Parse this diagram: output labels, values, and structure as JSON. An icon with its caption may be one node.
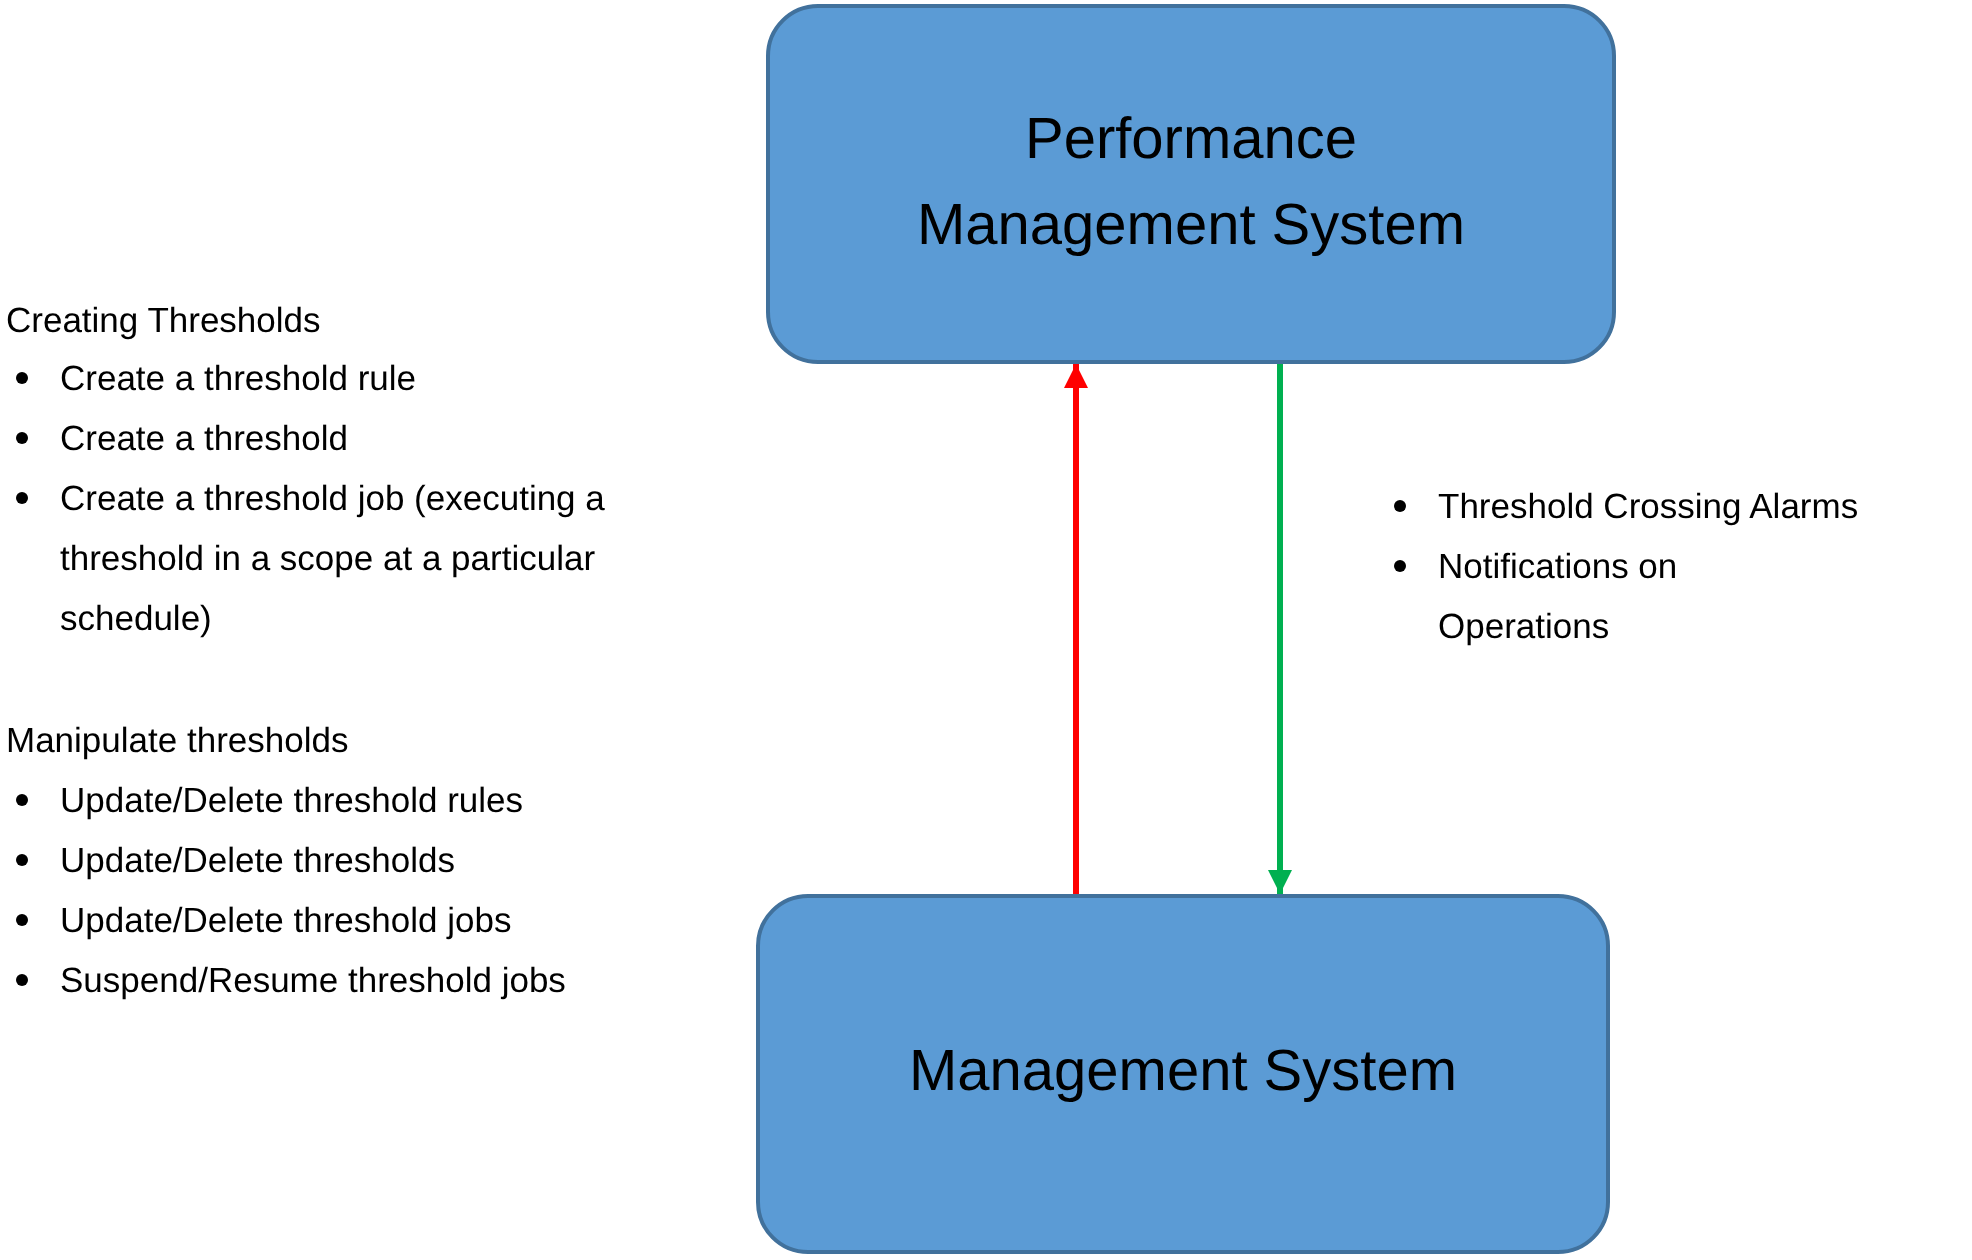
{
  "diagram": {
    "nodes": [
      {
        "text": [
          "Performance Management System"
        ]
      },
      {
        "text": [
          "Management System"
        ]
      }
    ],
    "edges": [
      {
        "from": 1,
        "to": 0,
        "arrow": "to",
        "color": "#ff0000"
      },
      {
        "from": 0,
        "to": 1,
        "arrow": "to",
        "color": "#00b050"
      }
    ],
    "labels": [
      "Creating Thresholds",
      "Create a threshold rule",
      "Create a threshold",
      "Create a threshold job (executing a threshold in a scope at a particular schedule)",
      "Manipulate thresholds",
      "Update/Delete threshold rules",
      "Update/Delete thresholds",
      "Update/Delete threshold jobs",
      "Suspend/Resume threshold jobs",
      "Threshold Crossing Alarms",
      "Notifications on Operations"
    ]
  }
}
